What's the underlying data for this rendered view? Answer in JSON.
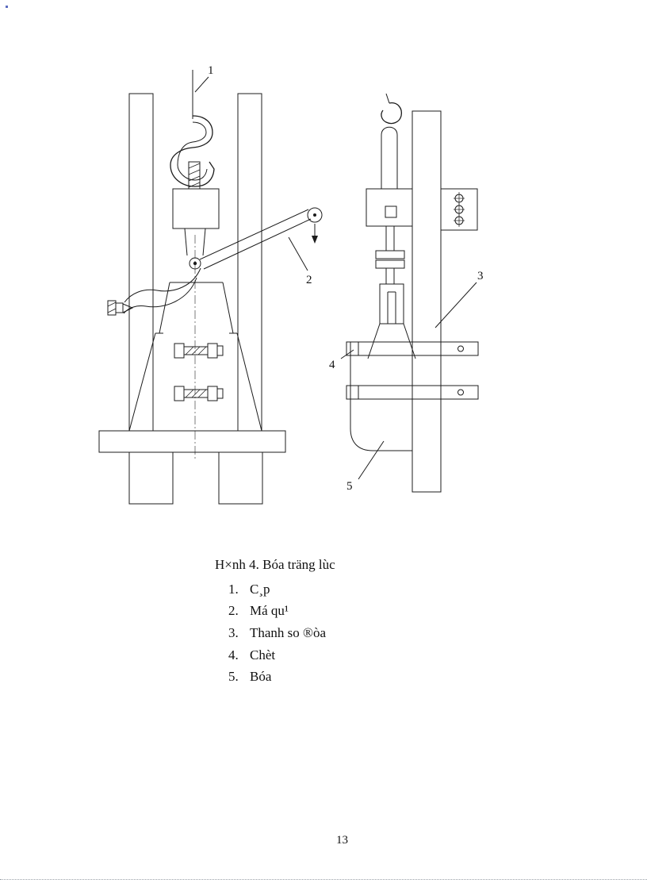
{
  "figure": {
    "caption": "H×nh 4. Bóa träng lùc",
    "items": [
      {
        "num": "1.",
        "label": "C¸p"
      },
      {
        "num": "2.",
        "label": "Má qu¹"
      },
      {
        "num": "3.",
        "label": "Thanh so ®òa"
      },
      {
        "num": "4.",
        "label": "Chèt"
      },
      {
        "num": "5.",
        "label": "Bóa"
      }
    ],
    "callouts": {
      "c1": "1",
      "c2": "2",
      "c3": "3",
      "c4": "4",
      "c5": "5"
    }
  },
  "page": {
    "number": "13"
  }
}
